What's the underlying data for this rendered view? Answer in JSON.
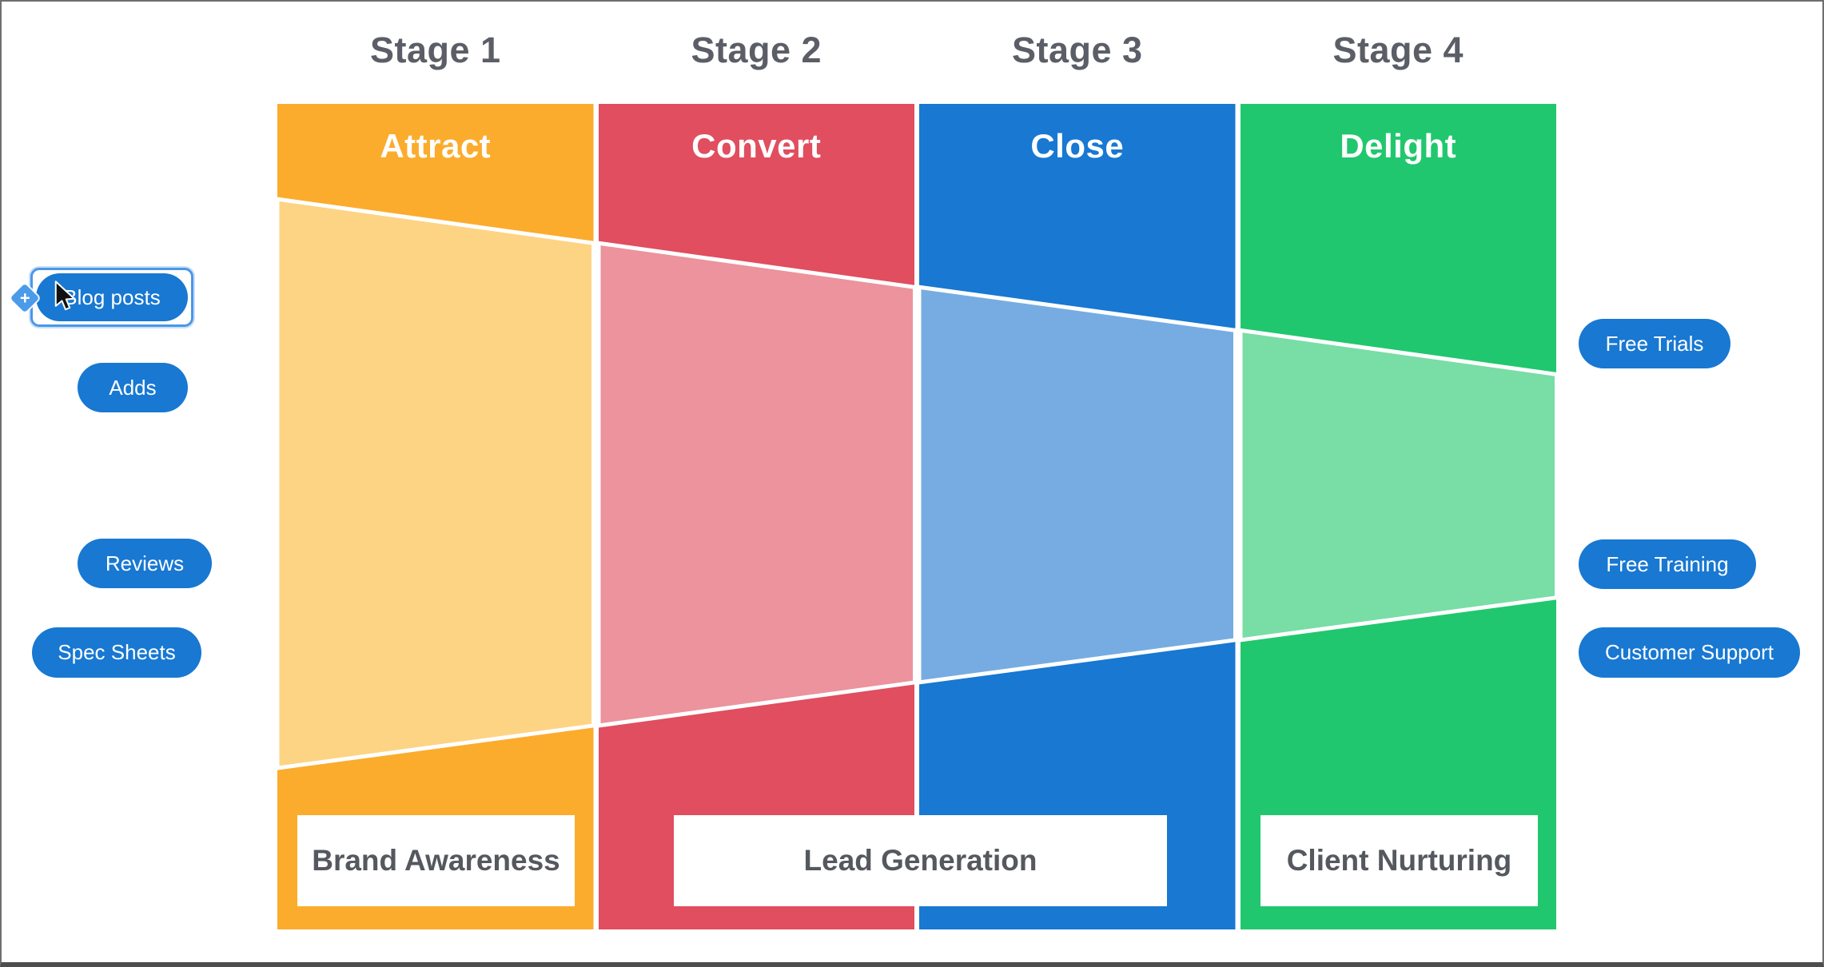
{
  "diagram": {
    "stage_labels": [
      "Stage 1",
      "Stage 2",
      "Stage 3",
      "Stage 4"
    ],
    "columns": [
      {
        "stage": "Stage 1",
        "header": "Attract",
        "color": "#FBAC2D",
        "light_color": "#FDD484"
      },
      {
        "stage": "Stage 2",
        "header": "Convert",
        "color": "#E04E5F",
        "light_color": "#EC939D"
      },
      {
        "stage": "Stage 3",
        "header": "Close",
        "color": "#1878D2",
        "light_color": "#76ACE2"
      },
      {
        "stage": "Stage 4",
        "header": "Delight",
        "color": "#21C76E",
        "light_color": "#79DDA6"
      }
    ],
    "bottom_labels": [
      {
        "text": "Brand Awareness"
      },
      {
        "text": "Lead Generation"
      },
      {
        "text": "Client Nurturing"
      }
    ]
  },
  "left_buttons": [
    {
      "label": "Blog posts",
      "selected": true
    },
    {
      "label": "Adds"
    },
    {
      "label": "Reviews"
    },
    {
      "label": "Spec Sheets"
    }
  ],
  "right_buttons": [
    {
      "label": "Free Trials"
    },
    {
      "label": "Free Training"
    },
    {
      "label": "Customer Support"
    }
  ],
  "colors": {
    "button_blue": "#1878D2",
    "selection_border_blue": "#4A97E8",
    "handle_blue": "#4C9BE8",
    "stage_text_gray": "#5B5E66",
    "label_text_gray": "#55585E",
    "stroke_white": "#FFFFFF"
  },
  "icons": {
    "add_connector_label": "+",
    "cursor_type": "arrow-pointer"
  }
}
